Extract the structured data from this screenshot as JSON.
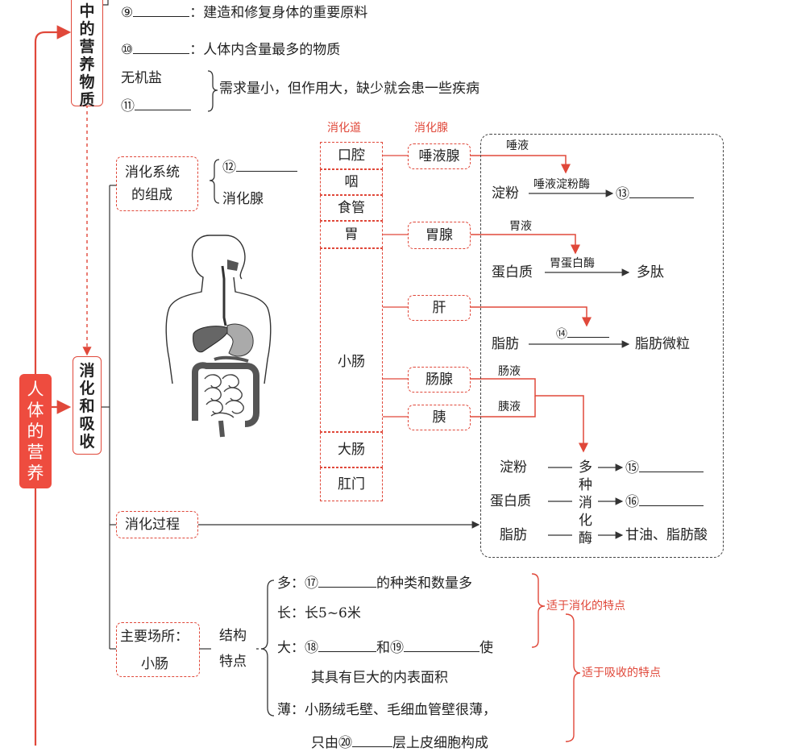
{
  "root": {
    "title": [
      "人",
      "体",
      "的",
      "营",
      "养"
    ]
  },
  "branch1": {
    "title_chars": [
      "中",
      "的",
      "营",
      "养",
      "物",
      "质"
    ],
    "rows": [
      {
        "num": "⑨",
        "desc": "：建造和修复身体的重要原料"
      },
      {
        "num": "⑩",
        "desc": "：人体内含量最多的物质"
      }
    ],
    "mineral": {
      "label": "无机盐",
      "num": "⑪",
      "desc": "需求量小，但作用大，缺少就会患一些疾病"
    }
  },
  "branch2": {
    "title_chars": [
      "消",
      "化",
      "和",
      "吸",
      "收"
    ],
    "composition": {
      "label_line1": "消化系统",
      "label_line2": "的组成",
      "item1_num": "⑫",
      "item2": "消化腺"
    },
    "headers": {
      "tract": "消化道",
      "glands": "消化腺"
    },
    "organs": [
      "口腔",
      "咽",
      "食管",
      "胃",
      "小肠",
      "大肠",
      "肛门"
    ],
    "glands": [
      "唾液腺",
      "胃腺",
      "肝",
      "肠腺",
      "胰"
    ],
    "juices": {
      "saliva": "唾液",
      "gastric": "胃液",
      "intestinal": "肠液",
      "pancreatic": "胰液"
    },
    "reactions": {
      "starch": {
        "substrate": "淀粉",
        "enzyme": "唾液淀粉酶",
        "num": "⑬"
      },
      "protein": {
        "substrate": "蛋白质",
        "enzyme": "胃蛋白酶",
        "product": "多肽"
      },
      "fat": {
        "substrate": "脂肪",
        "num": "⑭",
        "product": "脂肪微粒"
      }
    },
    "final": {
      "rows": [
        {
          "substrate": "淀粉",
          "num": "⑮"
        },
        {
          "substrate": "蛋白质",
          "num": "⑯"
        },
        {
          "substrate": "脂肪",
          "product": "甘油、脂肪酸"
        }
      ],
      "enzyme_chars": [
        "多",
        "种",
        "消",
        "化",
        "酶"
      ]
    },
    "process_label": "消化过程",
    "main_site": {
      "line1": "主要场所：",
      "line2": "小肠"
    },
    "structure": {
      "line1": "结构",
      "line2": "特点"
    },
    "features": {
      "many": {
        "key": "多：",
        "num": "⑰",
        "desc": "的种类和数量多"
      },
      "long": {
        "key": "长：",
        "desc": "长5~6米"
      },
      "big": {
        "key": "大：",
        "num1": "⑱",
        "mid": "和",
        "num2": "⑲",
        "end": "使",
        "line2": "其具有巨大的内表面积"
      },
      "thin": {
        "key": "薄：",
        "desc": "小肠绒毛壁、毛细血管壁很薄，",
        "line2_start": "只由",
        "num": "⑳",
        "line2_end": "层上皮细胞构成"
      }
    },
    "digest_note": "适于消化的特点",
    "absorb_note": "适于吸收的特点"
  }
}
